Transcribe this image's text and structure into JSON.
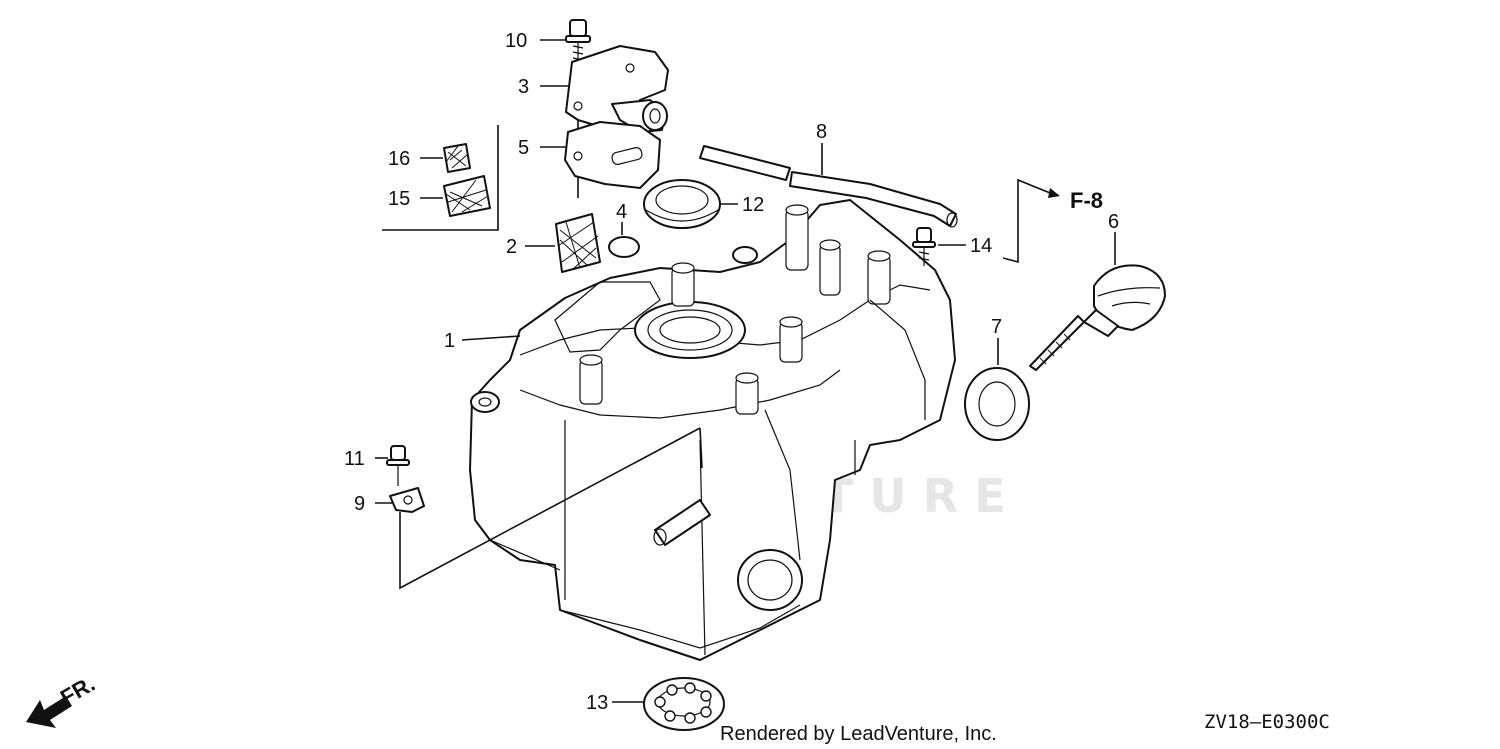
{
  "callouts": {
    "p1": "1",
    "p2": "2",
    "p3": "3",
    "p4": "4",
    "p5": "5",
    "p6": "6",
    "p7": "7",
    "p8": "8",
    "p9": "9",
    "p10": "10",
    "p11": "11",
    "p12": "12",
    "p13": "13",
    "p14": "14",
    "p15": "15",
    "p16": "16"
  },
  "reference": "F-8",
  "front_marker": "FR.",
  "watermark": "LEADVENTURE",
  "credit": "Rendered by LeadVenture, Inc.",
  "diagram_code": "ZV18—E0300C"
}
